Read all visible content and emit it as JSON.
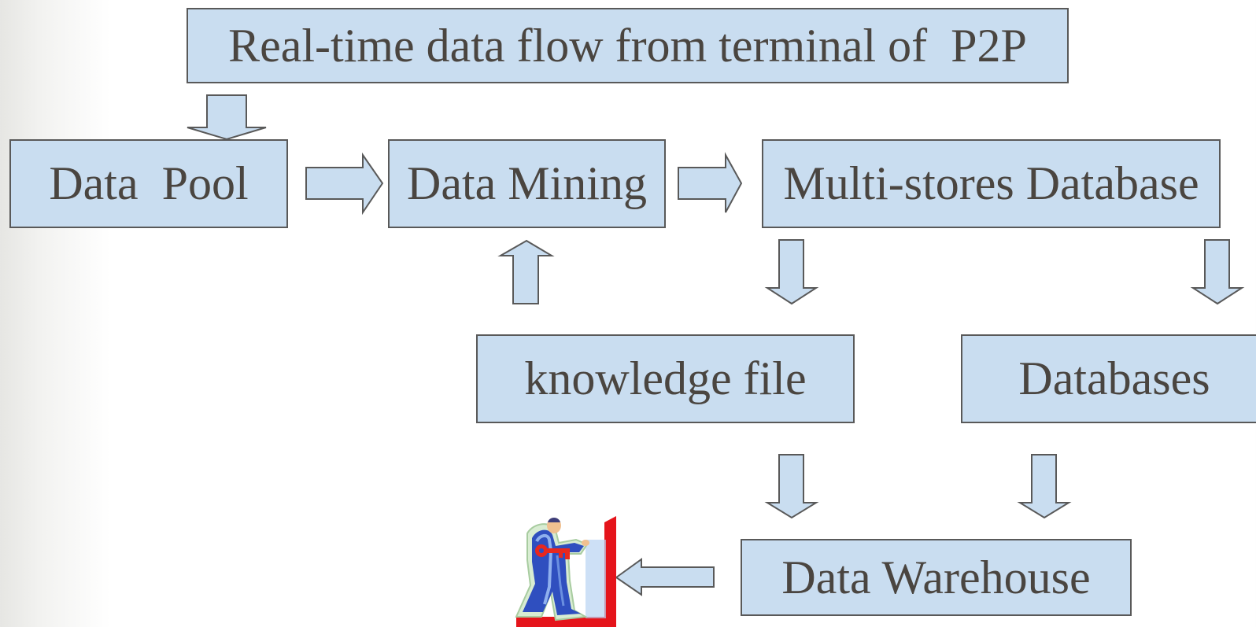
{
  "diagram": {
    "title": "Real-time data flow from terminal of  P2P",
    "nodes": {
      "data_pool": "Data  Pool",
      "data_mining": "Data Mining",
      "multi_store_db": "Multi-stores Database",
      "knowledge_file": "knowledge file",
      "databases": "Databases",
      "data_warehouse": "Data Warehouse"
    },
    "edges": [
      {
        "from": "title",
        "to": "data_pool"
      },
      {
        "from": "data_pool",
        "to": "data_mining"
      },
      {
        "from": "data_mining",
        "to": "multi_store_db"
      },
      {
        "from": "multi_store_db",
        "to": "knowledge_file"
      },
      {
        "from": "multi_store_db",
        "to": "databases"
      },
      {
        "from": "knowledge_file",
        "to": "data_mining"
      },
      {
        "from": "knowledge_file",
        "to": "data_warehouse"
      },
      {
        "from": "databases",
        "to": "data_warehouse"
      },
      {
        "from": "data_warehouse",
        "to": "user_figure"
      }
    ],
    "colors": {
      "box_fill": "#c9ddf0",
      "box_border": "#595959",
      "text": "#4a4540",
      "door": "#e5141b",
      "figure": "#2f4fbf"
    },
    "figure_icon": "person-with-key-opening-door-icon"
  }
}
